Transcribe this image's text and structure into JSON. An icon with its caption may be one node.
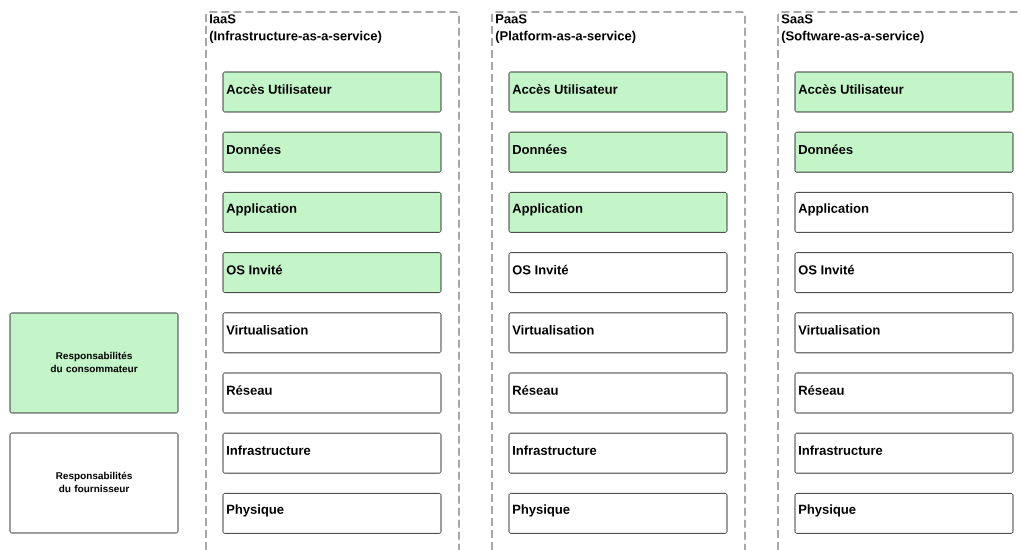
{
  "diagram": {
    "nodes": [
      {
        "text": [
          "IaaS",
          "(Infrastructure-as-a-service)"
        ]
      },
      {
        "text": [
          "Accès Utilisateur"
        ],
        "in": 0
      },
      {
        "text": [
          "Données"
        ],
        "in": 0
      },
      {
        "text": [
          "Application"
        ],
        "in": 0
      },
      {
        "text": [
          "OS Invité"
        ],
        "in": 0
      },
      {
        "text": [
          "Virtualisation"
        ],
        "in": 0
      },
      {
        "text": [
          "Réseau"
        ],
        "in": 0
      },
      {
        "text": [
          "Infrastructure"
        ],
        "in": 0
      },
      {
        "text": [
          "Physique"
        ],
        "in": 0
      },
      {
        "text": [
          "PaaS",
          "(Platform-as-a-service)"
        ]
      },
      {
        "text": [
          "Accès Utilisateur"
        ],
        "in": 9
      },
      {
        "text": [
          "Données"
        ],
        "in": 9
      },
      {
        "text": [
          "Application"
        ],
        "in": 9
      },
      {
        "text": [
          "OS Invité"
        ],
        "in": 9
      },
      {
        "text": [
          "Virtualisation"
        ],
        "in": 9
      },
      {
        "text": [
          "Réseau"
        ],
        "in": 9
      },
      {
        "text": [
          "Infrastructure"
        ],
        "in": 9
      },
      {
        "text": [
          "Physique"
        ],
        "in": 9
      },
      {
        "text": [
          "SaaS",
          "(Software-as-a-service)"
        ]
      },
      {
        "text": [
          "Accès Utilisateur"
        ],
        "in": 18
      },
      {
        "text": [
          "Données"
        ],
        "in": 18
      },
      {
        "text": [
          "Application"
        ],
        "in": 18
      },
      {
        "text": [
          "OS Invité"
        ],
        "in": 18
      },
      {
        "text": [
          "Virtualisation"
        ],
        "in": 18
      },
      {
        "text": [
          "Réseau"
        ],
        "in": 18
      },
      {
        "text": [
          "Infrastructure"
        ],
        "in": 18
      },
      {
        "text": [
          "Physique"
        ],
        "in": 18
      }
    ],
    "legend": [
      {
        "text": "Responsabilités du consommateur",
        "color": "#c3f5c8"
      },
      {
        "text": "Responsabilités du fournisseur"
      }
    ]
  }
}
